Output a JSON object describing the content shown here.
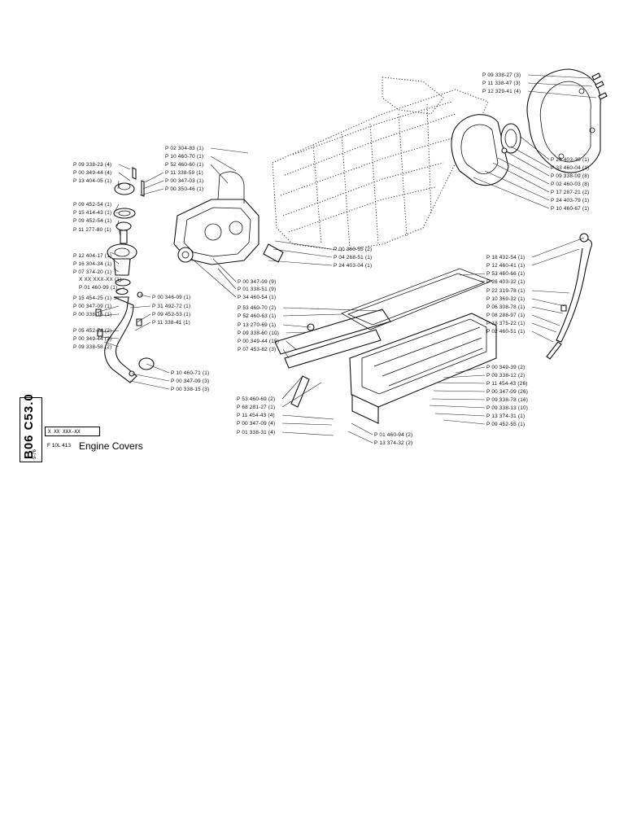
{
  "reference": {
    "code": "B06 C53.0",
    "sub": "9-76"
  },
  "code_box": "X XX XXX-XX",
  "model": "F 10L 413",
  "title": "Engine Covers",
  "labels": [
    "P 09 338-27 (3)",
    "P 11 338-47 (3)",
    "P 12 329-41 (4)",
    "P 26 403-30 (1)",
    "P 33 460-04 (1)",
    "P 09 338-09 (8)",
    "P 02 460-03 (8)",
    "P 17 287-21 (2)",
    "P 24 403-79 (1)",
    "P 10 460-67 (1)",
    "P 02 304-83 (1)",
    "P 10 460-70 (1)",
    "P 52 460-60 (1)",
    "P 11 338-59 (1)",
    "P 00 347-03 (1)",
    "P 00 350-46 (1)",
    "P 09 338-23 (4)",
    "P 00 349-44 (4)",
    "P 13 404-05 (1)",
    "P 09 452-54 (1)",
    "P 15 414-43 (1)",
    "P 09 452-54 (1)",
    "P 11 277-80 (1)",
    "P 00 360-55 (2)",
    "P 04 268-51 (1)",
    "P 24 403-04 (1)",
    "P 12 404-17 (1)",
    "P 16 304-34 (1)",
    "P 07 374-20 (1)",
    "X XX XXX-XX (1)",
    "P 01 460-99 (1)",
    "P 00 347-09 (9)",
    "P 01 338-51 (9)",
    "P 34 460-54 (1)",
    "P 15 454-25 (1)",
    "P 00 347-09 (1)",
    "P 00 338-15 (1)",
    "P 00 346-09 (1)",
    "P 31 492-72 (1)",
    "P 09 452-53 (1)",
    "P 11 338-41 (1)",
    "P 05 452-74 (2)",
    "P 00 349-44 (2)",
    "P 09 338-58 (2)",
    "P 10 460-71 (1)",
    "P 00 347-09 (3)",
    "P 00 338-15 (3)",
    "P 53 460-70 (2)",
    "P 52 460-63 (1)",
    "P 13 270-69 (1)",
    "P 09 338-60 (10)",
    "P 00 349-44 (15)",
    "P 07 453-82 (3)",
    "P 18 432-54 (1)",
    "P 12 460-41 (1)",
    "P 53 460-66 (1)",
    "P 26 403-32 (1)",
    "P 22 319-78 (1)",
    "P 10 369-32 (1)",
    "P 06 308-78 (1)",
    "P 08 288-97 (1)",
    "P 18 375-22 (1)",
    "P 02 460-51 (1)",
    "P 00 349-39 (2)",
    "P 09 338-12 (2)",
    "P 11 454-43 (26)",
    "P 00 347-09 (26)",
    "P 09 338-78 (16)",
    "P 09 338-13 (10)",
    "P 13 374-31 (1)",
    "P 09 452-55 (1)",
    "P 53 460-69 (2)",
    "P 68 281-27 (1)",
    "P 11 454-43 (4)",
    "P 00 347-09 (4)",
    "P 01 338-31 (4)",
    "P 01 460-94 (2)",
    "P 13 374-32 (2)"
  ]
}
